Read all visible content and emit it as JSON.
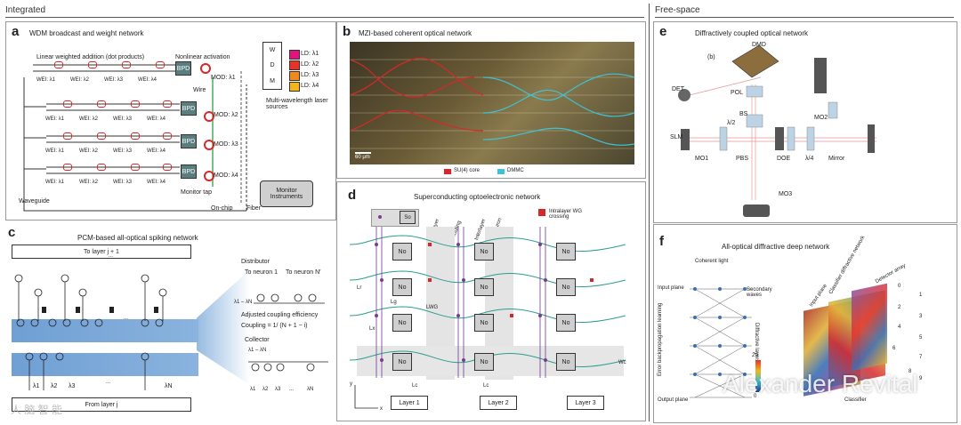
{
  "sections": {
    "integrated": "Integrated",
    "freespace": "Free-space"
  },
  "panel_a": {
    "letter": "a",
    "title": "WDM broadcast and weight network",
    "lin_label": "Linear weighted addition (dot products)",
    "nonlin_label": "Nonlinear activation",
    "wei_rows": [
      [
        "WEI: λ1",
        "WEI: λ2",
        "WEI: λ3",
        "WEI: λ4"
      ],
      [
        "WEI: λ1",
        "WEI: λ2",
        "WEI: λ3",
        "WEI: λ4"
      ],
      [
        "WEI: λ1",
        "WEI: λ2",
        "WEI: λ3",
        "WEI: λ4"
      ],
      [
        "WEI: λ1",
        "WEI: λ2",
        "WEI: λ3",
        "WEI: λ4"
      ]
    ],
    "bpd": "BPD",
    "mods": [
      "MOD: λ1",
      "MOD: λ2",
      "MOD: λ3",
      "MOD: λ4"
    ],
    "wire": "Wire",
    "wdm": [
      "W",
      "D",
      "M"
    ],
    "lds": [
      "LD: λ1",
      "LD: λ2",
      "LD: λ3",
      "LD: λ4"
    ],
    "ld_colors": [
      "#e0147c",
      "#e8322a",
      "#f08a1c",
      "#f2b51d"
    ],
    "laser_label": "Multi-wavelength laser sources",
    "waveguide": "Waveguide",
    "monitor_tap": "Monitor tap",
    "onchip": "On-chip",
    "fiber": "Fiber",
    "monitor": "Monitor Instruments"
  },
  "panel_b": {
    "letter": "b",
    "title": "MZI-based coherent optical network",
    "scale": "60 μm",
    "legend": [
      {
        "label": "SU(4) core",
        "color": "#d6282a"
      },
      {
        "label": "DMMC",
        "color": "#3ec3d6"
      }
    ]
  },
  "panel_c": {
    "letter": "c",
    "title": "PCM-based all-optical spiking network",
    "to_layer": "To layer j + 1",
    "from_layer": "From layer j",
    "distributor": "Distributor",
    "to_neuron_1": "To neuron 1",
    "to_neuron_n": "To neuron N′",
    "coupling_title": "Adjusted coupling efficiency",
    "coupling_formula": "Coupling = 1/ (N + 1 − i)",
    "collector": "Collector",
    "lambda_range": "λ1 – λN",
    "lambdas_bottom": [
      "λ1",
      "λ2",
      "λ3",
      "λN"
    ],
    "collector_lambdas": [
      "λ1",
      "λ2",
      "λ3",
      "...",
      "λN"
    ],
    "dots": "..."
  },
  "panel_d": {
    "letter": "d",
    "title": "Superconducting optoelectronic network",
    "legend_so": "So",
    "interlayer1": "Interlayer",
    "routing": "Routing",
    "interlayer2": "Interlayer",
    "neuron": "Neuron",
    "intralayer": "Intralayer WG crossing",
    "node_label": "No",
    "dims": [
      "Lr",
      "Lg",
      "LWG",
      "Lx",
      "Lc",
      "Lc",
      "Wc"
    ],
    "layers": [
      "Layer 1",
      "Layer 2",
      "Layer 3"
    ],
    "axis_x": "x",
    "axis_y": "y"
  },
  "panel_e": {
    "letter": "e",
    "title": "Diffractively coupled optical network",
    "labels": [
      "DMD",
      "(b)",
      "DET",
      "POL",
      "BS",
      "λ/2",
      "SLM",
      "MO1",
      "PBS",
      "DOE",
      "λ/4",
      "Mirror",
      "MO2",
      "MO3"
    ]
  },
  "panel_f": {
    "letter": "f",
    "title": "All-optical diffractive deep network",
    "coherent": "Coherent light",
    "input_plane": "Input plane",
    "secondary": "Secondary waves",
    "diffractive_layers": "Diffractive layers",
    "error_bp": "Error backpropagation learning",
    "output_plane": "Output plane",
    "classifier_network": "Classifier diffractive network",
    "detector_array": "Detector array",
    "input_plane2": "Input plane",
    "classifier": "Classifier",
    "phase_max": "2π",
    "phase_min": "0",
    "digits": [
      "0",
      "1",
      "2",
      "3",
      "4",
      "5",
      "6",
      "7",
      "8",
      "9"
    ]
  },
  "watermarks": {
    "right": "Alexander Revital",
    "left": "人 脑 智 能"
  }
}
